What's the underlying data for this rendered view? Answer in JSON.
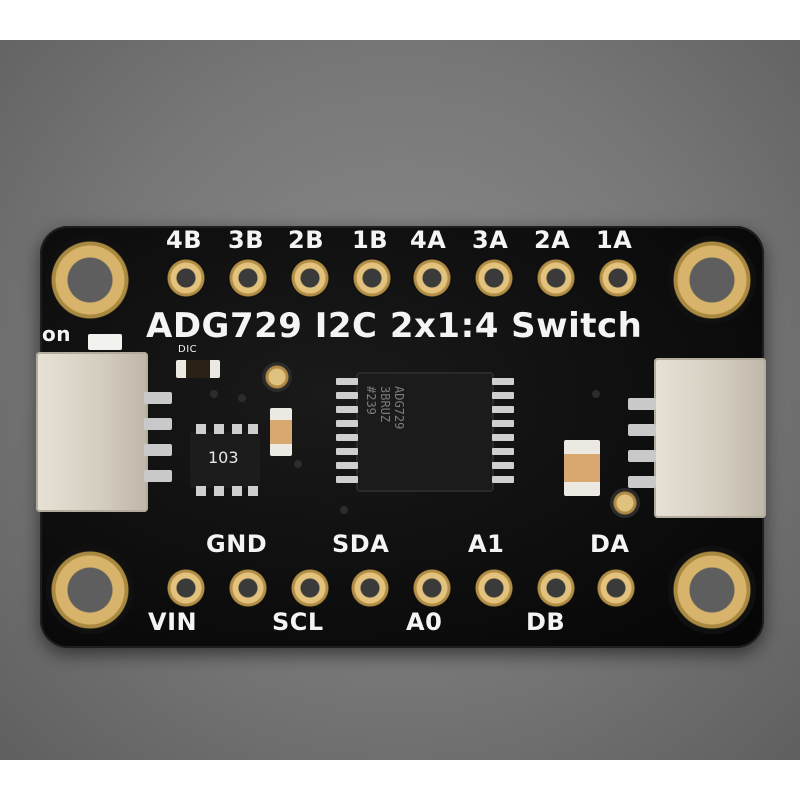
{
  "board": {
    "title": "ADG729 I2C 2x1:4 Switch",
    "led_label": "on",
    "top_pins": [
      "4B",
      "3B",
      "2B",
      "1B",
      "4A",
      "3A",
      "2A",
      "1A"
    ],
    "bottom_pins_upper": [
      "GND",
      "SDA",
      "A1",
      "DA"
    ],
    "bottom_pins_lower": [
      "VIN",
      "SCL",
      "A0",
      "DB"
    ],
    "chip_marking": "ADG729\n3BRUZ\n#239",
    "resistor_network_label": "103",
    "small_part_label": "DIC"
  }
}
